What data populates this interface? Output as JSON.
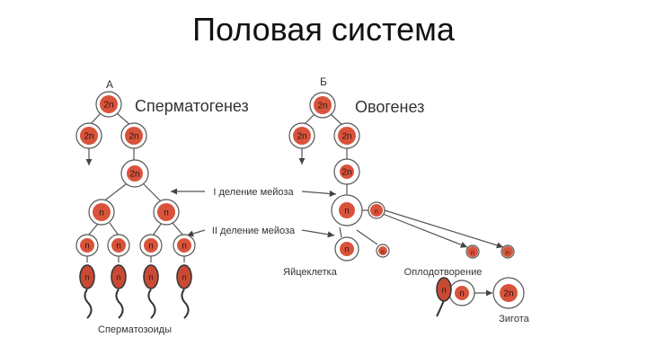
{
  "slide": {
    "title": "Половая система"
  },
  "diagram": {
    "label_a": "А",
    "label_b": "Б",
    "spermatogenesis": "Сперматогенез",
    "oogenesis": "Овогенез",
    "meiosis_1": "I деление мейоза",
    "meiosis_2": "II деление мейоза",
    "egg_cell": "Яйцеклетка",
    "fertilization": "Оплодотворение",
    "zygote": "Зигота",
    "spermatozoa": "Сперматозоиды",
    "diploid": "2n",
    "haploid": "n"
  },
  "colors": {
    "nucleus": "#d9533b",
    "outline": "#555555"
  }
}
